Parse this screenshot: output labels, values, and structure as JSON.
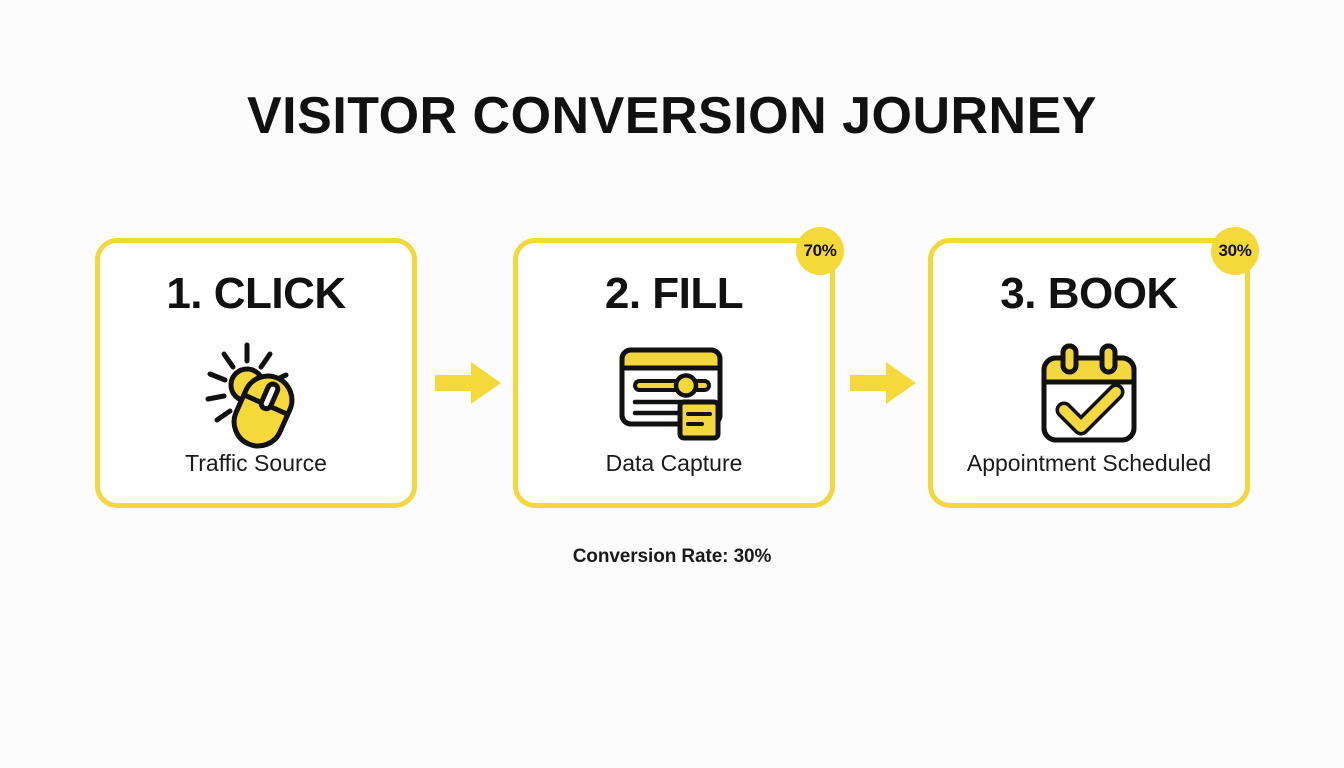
{
  "title": "VISITOR CONVERSION JOURNEY",
  "theme": {
    "background": "#fcfcfc",
    "accent_yellow": "#f3d73c",
    "badge_yellow": "#f5d93a",
    "ink": "#111111",
    "card_background": "#ffffff"
  },
  "steps": [
    {
      "heading": "1. CLICK",
      "label": "Traffic Source",
      "icon": "mouse-click-icon",
      "badge": null
    },
    {
      "heading": "2. FILL",
      "label": "Data Capture",
      "icon": "form-entry-icon",
      "badge": "70%"
    },
    {
      "heading": "3. BOOK",
      "label": "Appointment Scheduled",
      "icon": "calendar-check-icon",
      "badge": "30%"
    }
  ],
  "arrows": [
    {
      "name": "arrow-step1-to-step2",
      "glyph": "right-arrow-icon"
    },
    {
      "name": "arrow-step2-to-step3",
      "glyph": "right-arrow-icon"
    }
  ],
  "footer": {
    "conversion_rate_text": "Conversion Rate: 30%"
  }
}
